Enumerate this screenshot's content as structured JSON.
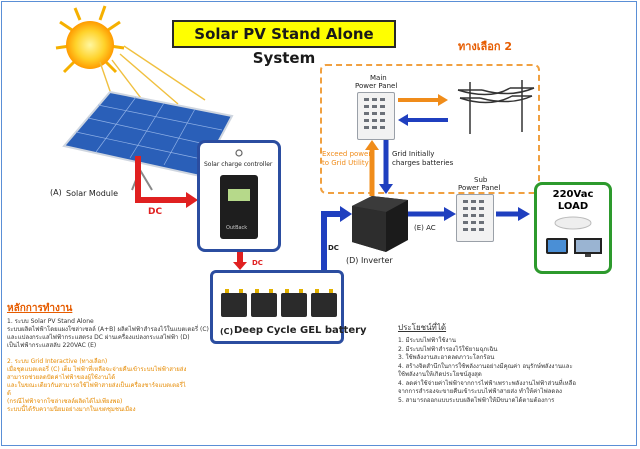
{
  "title": "Solar PV Stand Alone System",
  "option_label": "ทางเลือก 2",
  "labels": {
    "solar_module": "Solar Module",
    "solar_module_tag": "(A)",
    "dc_1": "DC",
    "controller_title": "Solar charge controller",
    "controller_brand": "OutBack",
    "dc_2": "DC",
    "battery_tag": "(C)",
    "battery": "Deep Cycle GEL battery",
    "dc_3": "DC",
    "inverter": "(D) Inverter",
    "ac": "(E) AC",
    "main_panel_line1": "Main",
    "main_panel_line2": "Power Panel",
    "sub_panel_line1": "Sub",
    "sub_panel_line2": "Power Panel",
    "exceed_line1": "Exceed power",
    "exceed_line2": "to Grid Utility",
    "grid_line1": "Grid Initially",
    "grid_line2": "charges batteries",
    "load_line1": "220Vac",
    "load_line2": "LOAD"
  },
  "principles": {
    "heading": "หลักการทำงาน",
    "lines": [
      "1. ระบบ Solar PV Stand Alone",
      "ระบบผลิตไฟฟ้าโดยแผงโซล่าเซลล์ (A+B) ผลิตไฟฟ้าสำรองไว้ในแบตเตอรี่ (C)",
      "และแปลงกระแสไฟฟ้ากระแสตรง DC ผ่านเครื่องแปลงกระแสไฟฟ้า (D)",
      "เป็นไฟฟ้ากระแสสลับ 220VAC (E)"
    ],
    "option_lines": [
      "2. ระบบ Grid Interactive (ทางเลือก)",
      "เมื่อชุดแบตเตอรี่ (C) เต็ม ไฟฟ้าที่เหลือจะจ่ายคืนเข้าระบบไฟฟ้าสายส่ง",
      "สามารถช่วยลดปัดค่าไฟฟ้าของผู้ใช้งานได้",
      "และในขณะเดียวกันสามารถใช้ไฟฟ้าสายส่งเป็นเครื่องชาร์จแบตเตอรี่ไ",
      "ด้",
      "(กรณีไฟฟ้าจากโซล่าเซลล์ผลิตได้ไม่เพียงพอ)",
      "ระบบนี้ได้รับความนิยมอย่างมากในเขตชุมชนเมือง"
    ]
  },
  "benefits": {
    "heading": "ประโยชน์ที่ได้",
    "lines": [
      "1. มีระบบไฟฟ้าใช้งาน",
      "2. มีระบบไฟฟ้าสำรองไว้ใช้ยามฉุกเฉิน",
      "3. ใช้พลังงานสะอาดลดภาวะโลกร้อน",
      "4. สร้างจิตสำนึกในการใช้พลังงานอย่างมีคุณค่า อนุรักษ์พลังงานและ",
      "   ใช้พลังงานให้เกิดประโยชน์สูงสุด",
      "4. ลดค่าใช้จ่ายค่าไฟฟ้าจากการไฟฟ้าเพราะพลังงานไฟฟ้าส่วนที่เหลือ",
      "   จากการสำรองจะขายคืนเข้าระบบไฟฟ้าสายส่ง ทำให้ค่าไฟลดลง",
      "5. สามารถออกแบบระบบผลิตไฟฟ้าให้มีขนาดได้ตามต้องการ"
    ]
  },
  "colors": {
    "title_bg": "#ffff00",
    "dc_arrow": "#e02020",
    "dc_line_blue": "#1f3fbf",
    "option_border": "#f0a040",
    "heading_orange": "#e65c00",
    "load_border": "#2d9a2d"
  }
}
